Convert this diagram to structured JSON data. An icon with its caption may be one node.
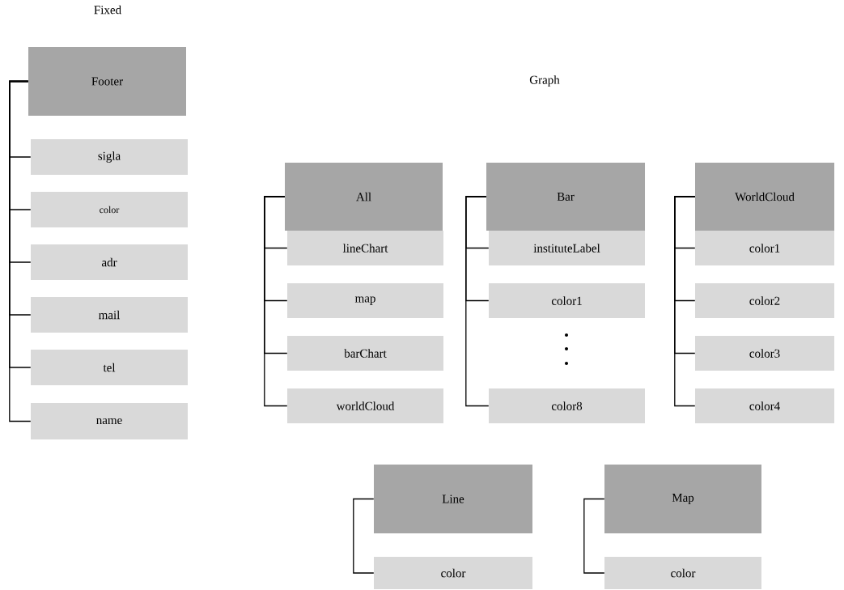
{
  "diagram": {
    "nodes": [
      {
        "text": [
          "Footer"
        ]
      },
      {
        "text": [
          "sigla"
        ]
      },
      {
        "text": [
          "color"
        ]
      },
      {
        "text": [
          "adr"
        ]
      },
      {
        "text": [
          "mail"
        ]
      },
      {
        "text": [
          "tel"
        ]
      },
      {
        "text": [
          "name"
        ]
      },
      {
        "text": [
          "All"
        ]
      },
      {
        "text": [
          "lineChart"
        ]
      },
      {
        "text": [
          "map"
        ]
      },
      {
        "text": [
          "barChart"
        ]
      },
      {
        "text": [
          "worldCloud"
        ]
      },
      {
        "text": [
          "Bar"
        ]
      },
      {
        "text": [
          "instituteLabel"
        ]
      },
      {
        "text": [
          "color1"
        ]
      },
      {
        "text": [
          "color8"
        ]
      },
      {
        "text": [
          "WorldCloud"
        ]
      },
      {
        "text": [
          "color1"
        ]
      },
      {
        "text": [
          "color2"
        ]
      },
      {
        "text": [
          "color3"
        ]
      },
      {
        "text": [
          "color4"
        ]
      },
      {
        "text": [
          "Line"
        ]
      },
      {
        "text": [
          "color"
        ]
      },
      {
        "text": [
          "Map"
        ]
      },
      {
        "text": [
          "color"
        ]
      }
    ],
    "edges": [
      {
        "from": 0,
        "to": 1,
        "arrow": "none"
      },
      {
        "from": 0,
        "to": 2,
        "arrow": "none"
      },
      {
        "from": 0,
        "to": 3,
        "arrow": "none"
      },
      {
        "from": 0,
        "to": 4,
        "arrow": "none"
      },
      {
        "from": 0,
        "to": 5,
        "arrow": "none"
      },
      {
        "from": 0,
        "to": 6,
        "arrow": "none"
      },
      {
        "from": 7,
        "to": 8,
        "arrow": "none"
      },
      {
        "from": 7,
        "to": 9,
        "arrow": "none"
      },
      {
        "from": 7,
        "to": 10,
        "arrow": "none"
      },
      {
        "from": 7,
        "to": 11,
        "arrow": "none"
      },
      {
        "from": 12,
        "to": 13,
        "arrow": "none"
      },
      {
        "from": 12,
        "to": 14,
        "arrow": "none"
      },
      {
        "from": 12,
        "to": 15,
        "arrow": "none"
      },
      {
        "from": 16,
        "to": 17,
        "arrow": "none"
      },
      {
        "from": 16,
        "to": 18,
        "arrow": "none"
      },
      {
        "from": 16,
        "to": 19,
        "arrow": "none"
      },
      {
        "from": 16,
        "to": 20,
        "arrow": "none"
      },
      {
        "from": 21,
        "to": 22,
        "arrow": "none"
      },
      {
        "from": 23,
        "to": 24,
        "arrow": "none"
      }
    ],
    "labels": [
      "Fixed",
      "Graph"
    ]
  }
}
